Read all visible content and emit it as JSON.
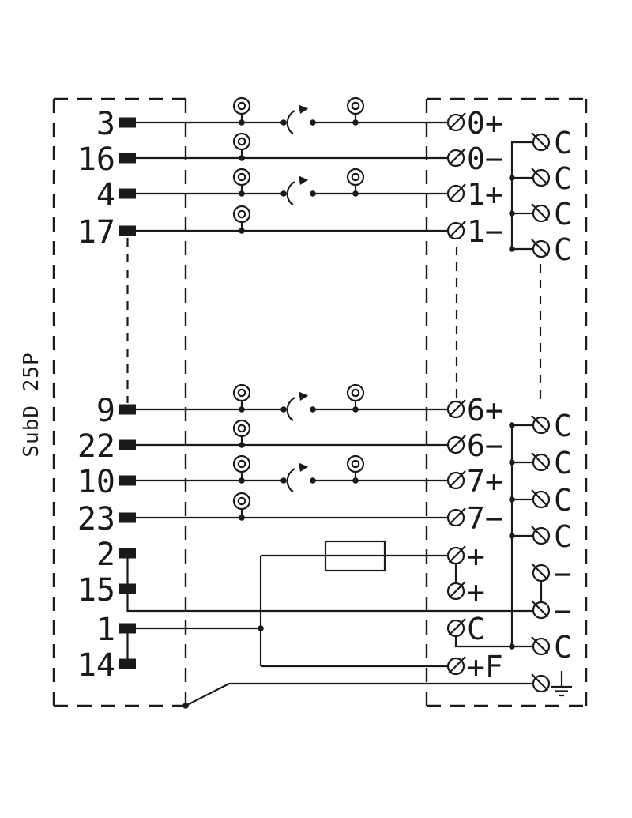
{
  "connector": {
    "label": "SubD 25P"
  },
  "pins": [
    "3",
    "16",
    "4",
    "17",
    "9",
    "22",
    "10",
    "23",
    "2",
    "15",
    "1",
    "14"
  ],
  "terminals": {
    "signal": [
      "0+",
      "0−",
      "1+",
      "1−",
      "6+",
      "6−",
      "7+",
      "7−"
    ],
    "plus": [
      "+",
      "+"
    ],
    "common_mid": "C",
    "fused": "+F"
  },
  "right": {
    "common_top": [
      "C",
      "C",
      "C",
      "C"
    ],
    "common_bottom": [
      "C",
      "C",
      "C",
      "C"
    ],
    "minus": [
      "−",
      "−"
    ],
    "common": "C"
  },
  "icons": {
    "pin_contact": "pin-contact-icon",
    "terminal_screw": "screw-terminal-icon",
    "test_point": "test-point-icon",
    "disconnect": "disconnect-link-icon",
    "fuse": "fuse-icon",
    "ground": "earth-ground-icon"
  },
  "colors": {
    "line": "#1a1a1a",
    "background": "#ffffff"
  }
}
